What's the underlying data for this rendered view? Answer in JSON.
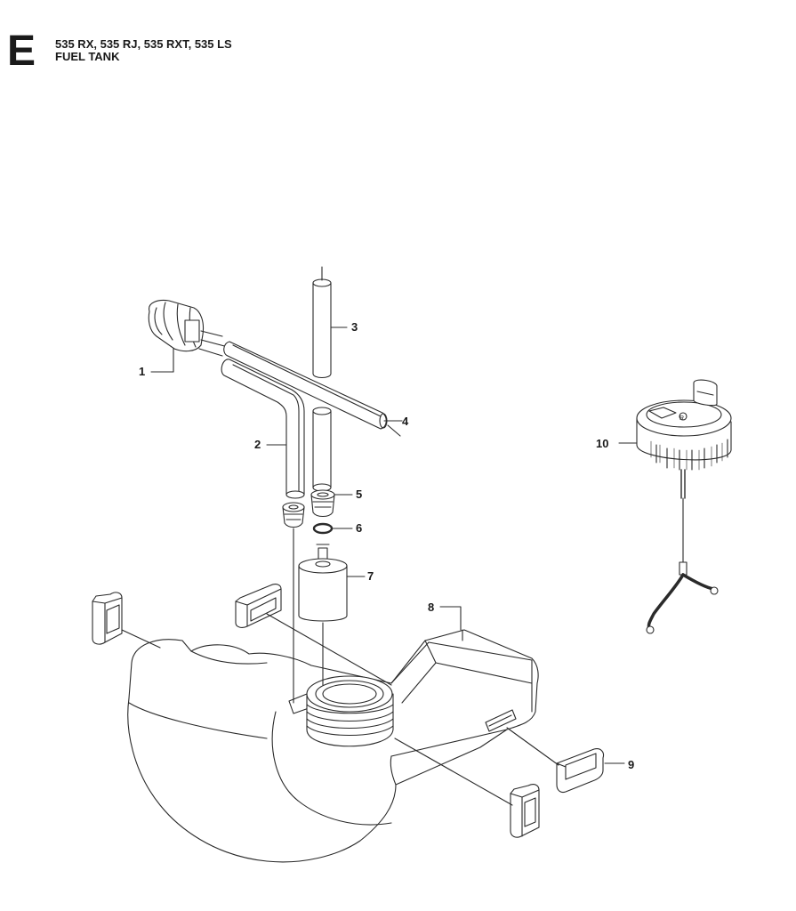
{
  "header": {
    "section_letter": "E",
    "models": "535 RX, 535 RJ, 535 RXT, 535 LS",
    "title": "FUEL TANK"
  },
  "callouts": [
    "1",
    "2",
    "3",
    "4",
    "5",
    "6",
    "7",
    "8",
    "9",
    "10"
  ],
  "cap_marking": "R",
  "colors": {
    "line": "#2a2a2a",
    "fill": "#ffffff",
    "shade": "#f2f2f2",
    "dark": "#3a3a3a"
  }
}
